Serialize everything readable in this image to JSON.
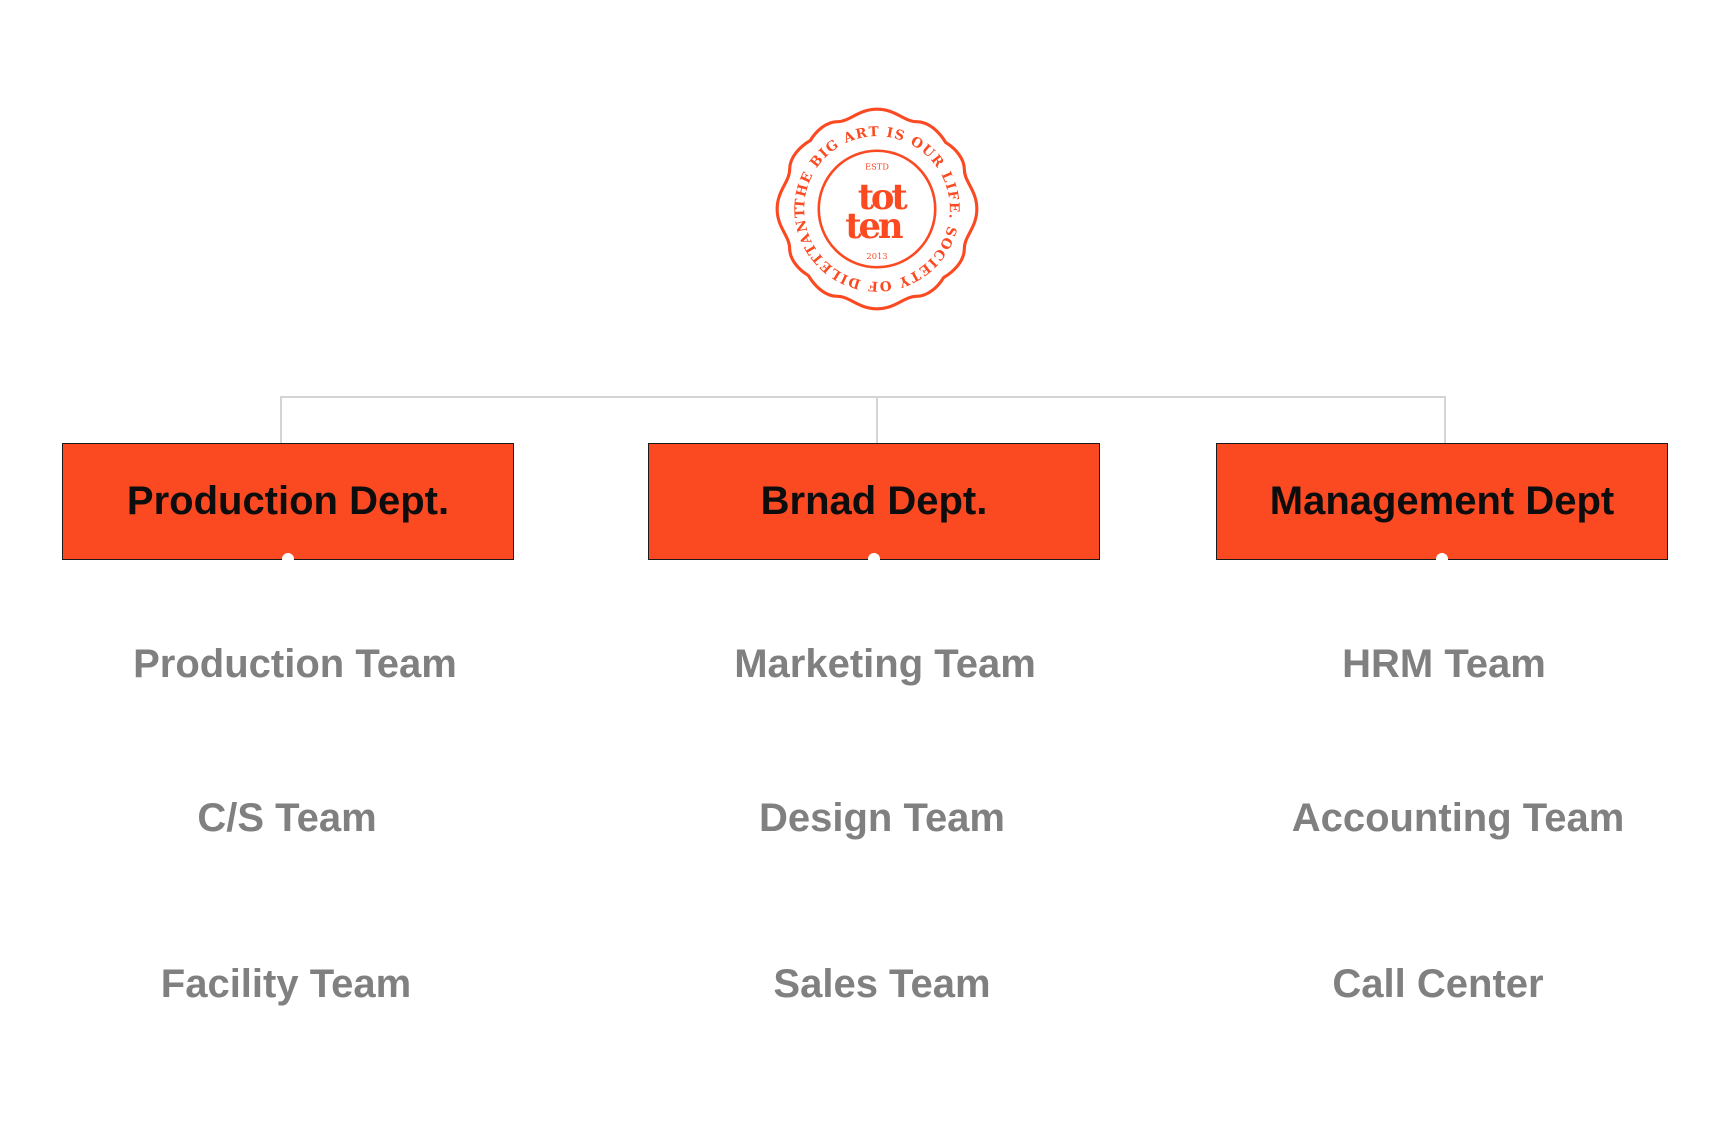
{
  "logo": {
    "ring_text": "THE BIG ART IS OUR LIFE. SOCIETY OF DILETTANTE.",
    "top_small": "ESTD",
    "monogram_top": "tot",
    "monogram_bottom": "ten",
    "bottom_small": "2013",
    "color": "#fb4a22"
  },
  "departments": [
    {
      "name": "Production Dept.",
      "teams": [
        "Production Team",
        "C/S Team",
        "Facility Team"
      ]
    },
    {
      "name": "Brnad Dept.",
      "teams": [
        "Marketing Team",
        "Design Team",
        "Sales Team"
      ]
    },
    {
      "name": "Management Dept",
      "teams": [
        "HRM Team",
        "Accounting Team",
        "Call Center"
      ]
    }
  ],
  "colors": {
    "dept_fill": "#fb4a22",
    "dept_text": "#0d0d0d",
    "team_text": "#808080",
    "connector": "#d4d4d4"
  }
}
